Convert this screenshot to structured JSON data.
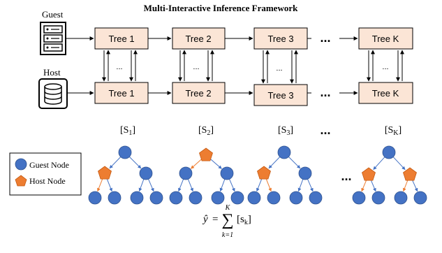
{
  "title": "Multi-Interactive Inference Framework",
  "parties": {
    "guest": "Guest",
    "host": "Host"
  },
  "guest_trees": [
    "Tree 1",
    "Tree 2",
    "Tree 3",
    "Tree K"
  ],
  "host_trees": [
    "Tree 1",
    "Tree 2",
    "Tree 3",
    "Tree K"
  ],
  "ellipsis": "...",
  "small_ellipsis": "...",
  "scores": [
    {
      "base": "[S",
      "sub": "1",
      "close": "]"
    },
    {
      "base": "[S",
      "sub": "2",
      "close": "]"
    },
    {
      "base": "[S",
      "sub": "3",
      "close": "]"
    },
    {
      "base": "[S",
      "sub": "K",
      "close": "]"
    }
  ],
  "legend": {
    "guest_node": "Guest Node",
    "host_node": "Host Node"
  },
  "formula": {
    "lhs": "ŷ",
    "equals": "=",
    "sum": "∑",
    "upper": "K",
    "lower": "k=1",
    "term_base": "[s",
    "term_sub": "k",
    "term_close": "]"
  },
  "colors": {
    "tree_box_fill": "#fbe5d6",
    "guest_node": "#4472c4",
    "host_node": "#ed7d31",
    "edge_blue": "#4472c4",
    "edge_orange": "#ed7d31",
    "box_stroke": "#000000"
  }
}
